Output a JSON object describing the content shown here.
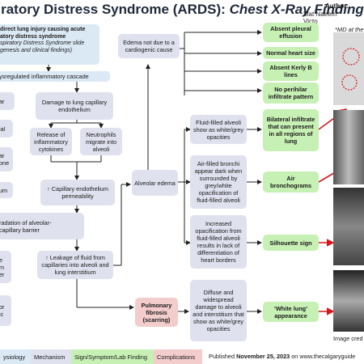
{
  "header": {
    "title_main": "piratory Distress Syndrome (ARDS):",
    "title_sub": " Chest X-Ray Findings",
    "author_label": "Author:",
    "author_1": "Iffat Naeem",
    "author_2": "Victo",
    "md_note": "*MD at the"
  },
  "left_column": {
    "top_box_line1": "direct lung injury causing acute",
    "top_box_line2": "atory distress syndrome",
    "top_box_line3": "spiratory Distress Syndrome slide",
    "top_box_line4": "genesis and clinical findings)",
    "cascade": "ysregulated inflammatory cascade",
    "frag_ar": "ar",
    "frag_ial": "ial",
    "frag_ar_one": "ar\none",
    "frag_um": "um",
    "frag_e_m_er": "e\nm\ner",
    "frag_or_ic": "or\nic",
    "barrier": "radation of alveolar-\ncapillary barrier"
  },
  "mechanism": {
    "damage": "Damage to lung capillary endothelium",
    "release": "Release of inflammatory cytokines",
    "neutrophils": "Neutrophils migrate into alveoli",
    "permeability": "↑ Capillary endothelium permeability",
    "leakage": "↑ Leakage of fluid from capillaries into alveoli and lung interstitium",
    "edema_not_cardio": "Edema not due to a cardiogenic cause",
    "alveolar_edema": "Alveolar edema",
    "fluid_filled": "Fluid-filled alveoli show as white/grey opacities",
    "air_bronchi": "Air-filled bronchi appear dark when surrounded by grey/white opacification of fluid-filled alveoli",
    "increased_opac": "Increased opacification from fluid-filled alveoli results in lack of differentiation of heart borders",
    "diffuse": "Diffuse and widespread damage to alveoli and interstitium that show as white/grey opacities"
  },
  "findings": {
    "absent_pleural": "Absent pleural effusion",
    "normal_heart": "Normal heart size",
    "kerley": "Absent Kerly B lines",
    "perihilar": "No perihilar infiltrate pattern",
    "bilateral": "Bilateral infiltrate that can present in all regions of lung",
    "air_bronchograms": "Air bronchograms",
    "silhouette": "Silhouette sign",
    "white_lung": "‘White lung’ appearance"
  },
  "complication": {
    "pulmonary_fibrosis": "Pulmonary fibrosis (scarring)"
  },
  "xray": {
    "image_credit": "Image cred"
  },
  "legend": {
    "physiology": "ysiology",
    "mechanism": "Mechanism",
    "sign": "Sign/Symptom/Lab Finding",
    "complications": "Complications"
  },
  "footer": {
    "published_prefix": "Published ",
    "published_date": "November 25, 2023",
    "published_suffix": " on www.thecalgaryguide"
  },
  "colors": {
    "mechanism_fill": "#dfe1ef",
    "blue_fill": "#dbe9f5",
    "sign_fill": "#c7f0b5",
    "complication_fill": "#f3cccc",
    "arrow_red": "#d9161c",
    "title_color": "#1e2a3a"
  }
}
